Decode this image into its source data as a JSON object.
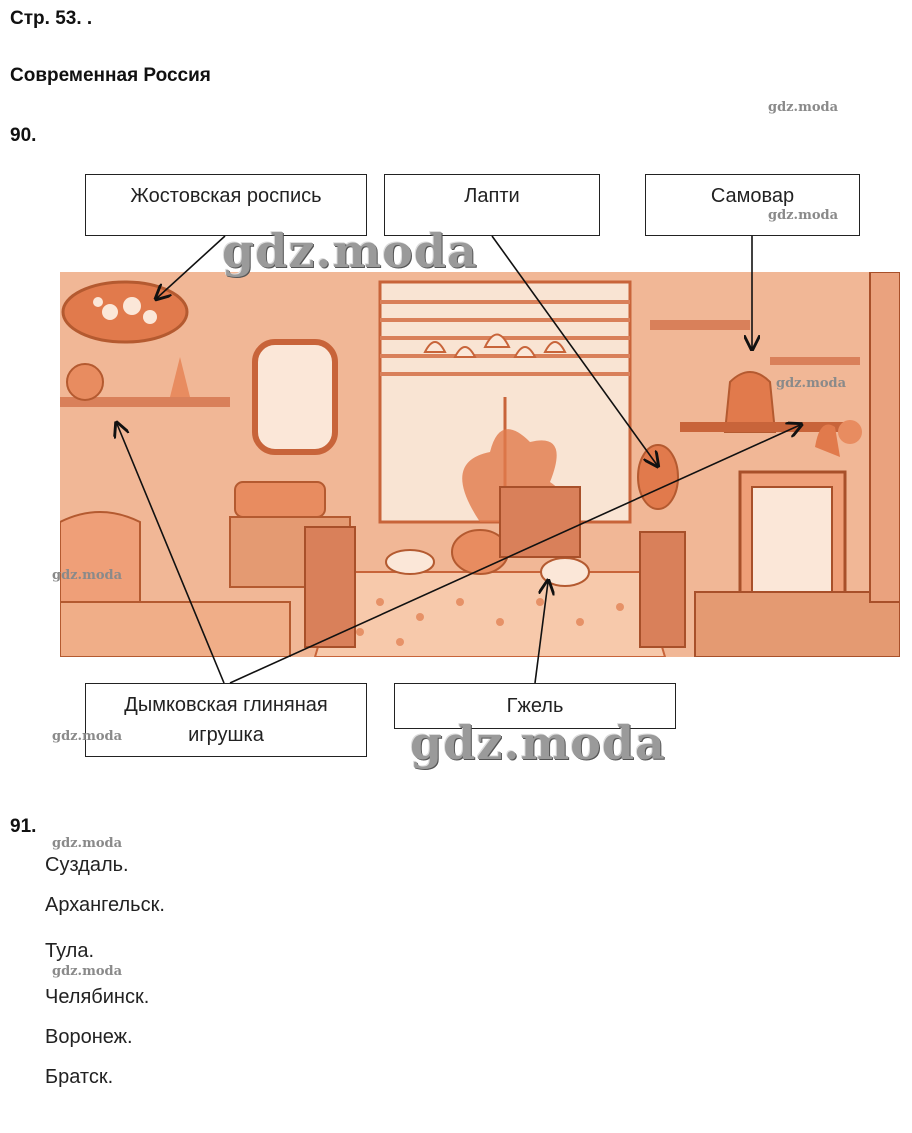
{
  "page_label": "Стр. 53. .",
  "section_title": "Современная Россия",
  "task90": {
    "number": "90.",
    "labels": {
      "zhostovo": "Жостовская роспись",
      "lapti": "Лапти",
      "samovar": "Самовар",
      "dymkovo_line1": "Дымковская глиняная",
      "dymkovo_line2": "игрушка",
      "gzhel": "Гжель"
    }
  },
  "task91": {
    "number": "91.",
    "cities": [
      "Суздаль.",
      "Архангельск.",
      "Тула.",
      "Челябинск.",
      "Воронеж.",
      "Братск."
    ]
  },
  "watermark": "gdz.moda",
  "colors": {
    "illustration": "#e8936a",
    "illustration_light": "#f6d2bb",
    "illustration_dark": "#c8643a"
  }
}
